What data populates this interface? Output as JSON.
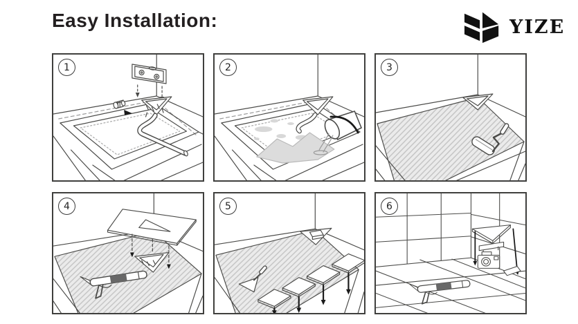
{
  "header": {
    "title": "Easy Installation:"
  },
  "logo": {
    "text": "YIZE",
    "mark_icon": "yize-geometric-mark"
  },
  "colors": {
    "ink": "#4a4a48",
    "panel_border": "#3f3f3d",
    "dashed_guide": "#999999",
    "hatch_stripe": "#c4c4c4",
    "hatch_bg": "#ebebeb",
    "mortar_gray": "#d8d8d8",
    "arrow_black": "#1a1a1a",
    "brand_black": "#111111"
  },
  "panels": [
    {
      "number": "1"
    },
    {
      "number": "2"
    },
    {
      "number": "3"
    },
    {
      "number": "4"
    },
    {
      "number": "5"
    },
    {
      "number": "6"
    }
  ]
}
